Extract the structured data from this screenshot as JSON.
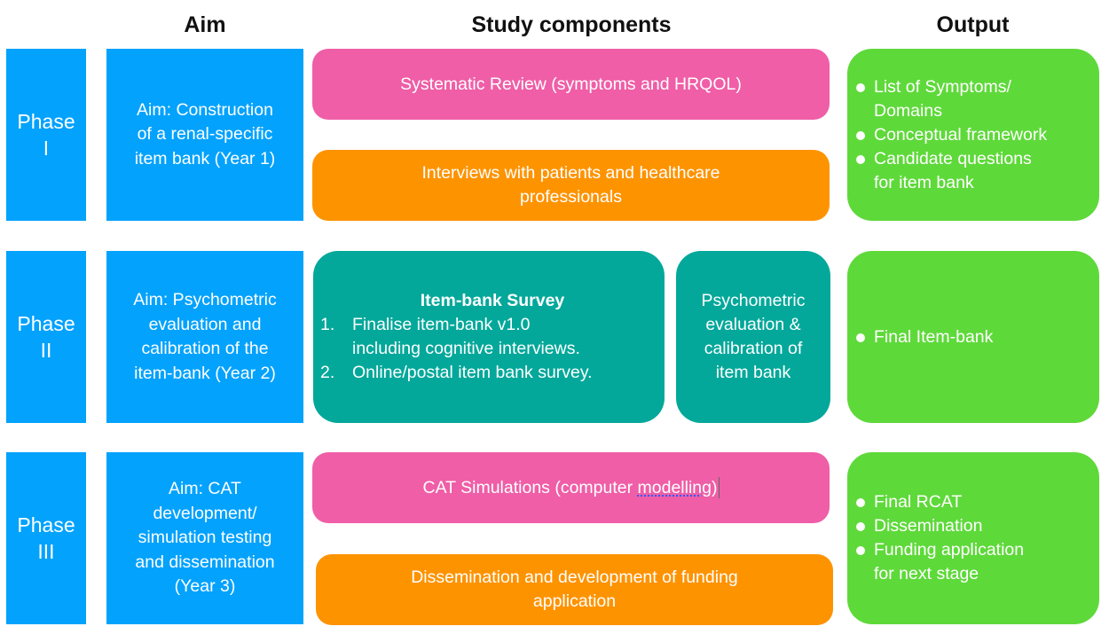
{
  "headers": {
    "aim": "Aim",
    "components": "Study components",
    "output": "Output"
  },
  "colors": {
    "phase_blue": "#03a2fd",
    "pink": "#ef5ea7",
    "orange": "#fe9300",
    "teal": "#03a89a",
    "green": "#5ed93a"
  },
  "phases": [
    {
      "phase_word": "Phase",
      "phase_num": "I",
      "aim_lines": [
        "Aim: Construction",
        "of a renal-specific",
        "item bank (Year 1)"
      ],
      "components": {
        "pink": "Systematic Review (symptoms and HRQOL)",
        "orange_lines": [
          "Interviews with patients and healthcare",
          "professionals"
        ]
      },
      "outputs": [
        {
          "lines": [
            "List of Symptoms/",
            "Domains"
          ]
        },
        {
          "lines": [
            "Conceptual framework"
          ]
        },
        {
          "lines": [
            "Candidate questions",
            "for item bank"
          ]
        }
      ]
    },
    {
      "phase_word": "Phase",
      "phase_num": "II",
      "aim_lines": [
        "Aim: Psychometric",
        "evaluation and",
        "calibration of the",
        "item-bank (Year 2)"
      ],
      "components": {
        "survey_title": "Item-bank Survey",
        "survey_items": [
          {
            "num": "1.",
            "lines": [
              "Finalise item-bank v1.0",
              "including cognitive interviews."
            ]
          },
          {
            "num": "2.",
            "lines": [
              "Online/postal item bank survey."
            ]
          }
        ],
        "psychometric_lines": [
          "Psychometric",
          "evaluation &",
          "calibration of",
          "item bank"
        ]
      },
      "outputs": [
        {
          "lines": [
            "Final Item-bank"
          ]
        }
      ]
    },
    {
      "phase_word": "Phase",
      "phase_num": "III",
      "aim_lines": [
        "Aim: CAT",
        "development/",
        "simulation testing",
        "and dissemination",
        "(Year 3)"
      ],
      "components": {
        "pink_prefix": "CAT Simulations (computer ",
        "pink_flagged": "modelling",
        "pink_suffix": ")",
        "orange_lines": [
          "Dissemination and development of funding",
          "application"
        ]
      },
      "outputs": [
        {
          "lines": [
            "Final RCAT"
          ]
        },
        {
          "lines": [
            "Dissemination"
          ]
        },
        {
          "lines": [
            "Funding application",
            "for next stage"
          ]
        }
      ]
    }
  ]
}
